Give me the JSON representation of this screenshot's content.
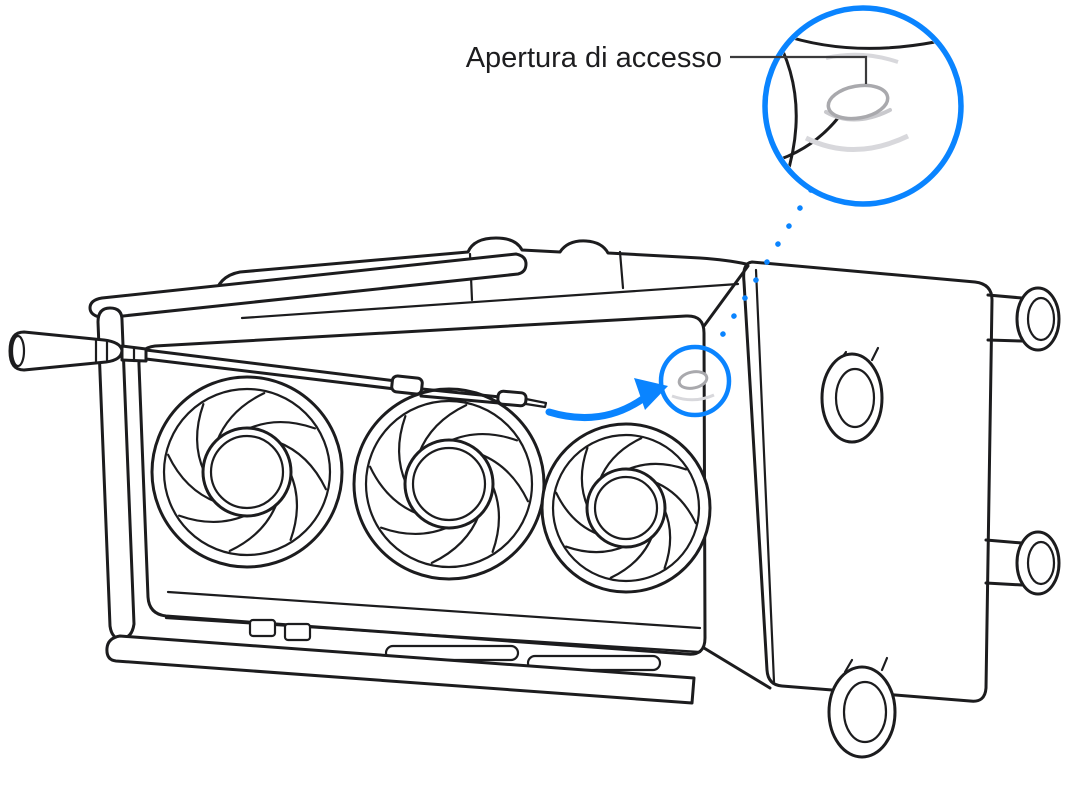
{
  "figure": {
    "label": "Apertura di accesso"
  },
  "colors": {
    "accent_blue": "#0a84ff",
    "line": "#1c1c1e",
    "soft_gray": "#d8d8dc",
    "hole_gray": "#a9a9ad",
    "callout_line": "#3a3a3c",
    "background": "#ffffff"
  },
  "illustration": {
    "parts": [
      "mac-pro-on-side",
      "cooling-fans",
      "side-panel-feet",
      "flexible-driver",
      "access-aperture",
      "zoom-callout-circle",
      "pointer-arrow"
    ]
  }
}
